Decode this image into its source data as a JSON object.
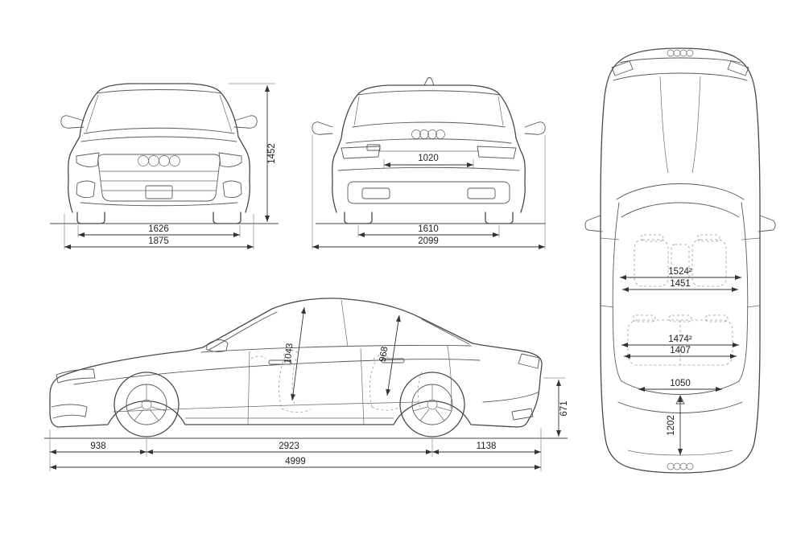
{
  "diagram": {
    "type": "car-dimension-blueprint",
    "colors": {
      "background": "#ffffff",
      "outline": "#4a4a4a",
      "dimension": "#2e2e2e"
    },
    "views": {
      "front": {
        "overall_height": "1452",
        "front_track": "1626",
        "body_width": "1875"
      },
      "rear": {
        "luggage_compartment_width": "1020",
        "rear_track": "1610",
        "width_incl_mirrors": "2099"
      },
      "side": {
        "front_headroom": "1043",
        "rear_headroom": "968",
        "loading_sill_height": "671",
        "front_overhang": "938",
        "wheelbase": "2923",
        "rear_overhang": "1138",
        "overall_length": "4999"
      },
      "top": {
        "front_shoulder_width": "1524²",
        "front_elbow_width": "1451",
        "rear_shoulder_width": "1474²",
        "rear_elbow_width": "1407",
        "rear_cabin_width": "1050",
        "luggage_length": "1202"
      }
    }
  }
}
